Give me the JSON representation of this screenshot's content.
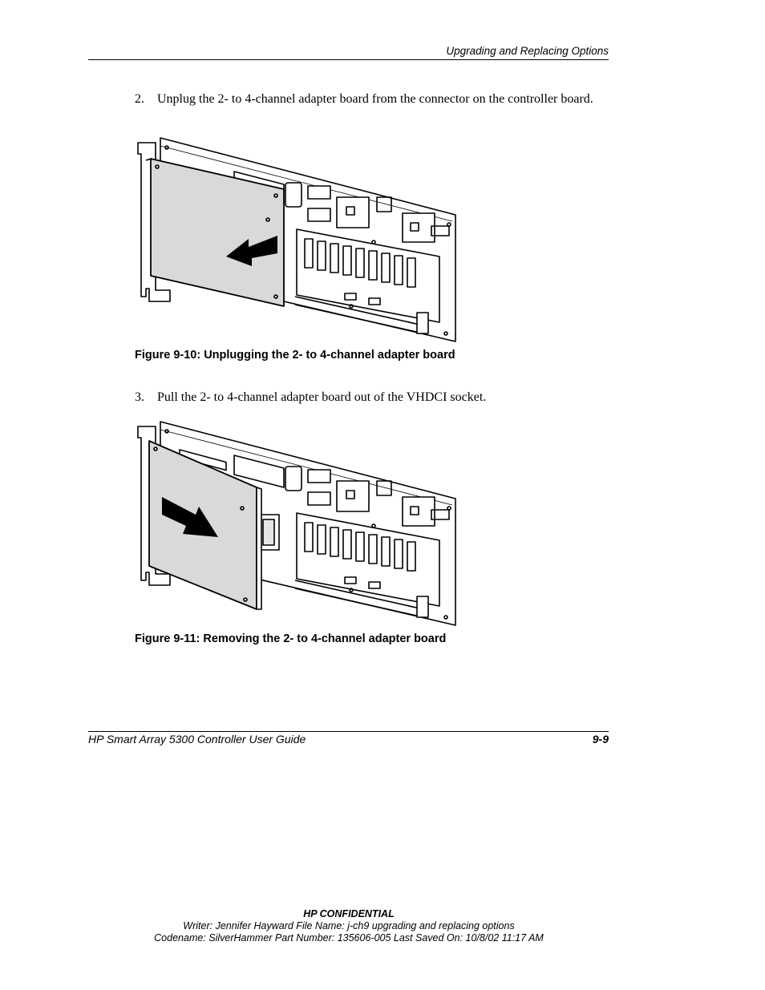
{
  "header": {
    "running_title": "Upgrading and Replacing Options"
  },
  "steps": [
    {
      "number": "2.",
      "text": "Unplug the 2- to 4-channel adapter board from the connector on the controller board."
    },
    {
      "number": "3.",
      "text": "Pull the 2- to 4-channel adapter board out of the VHDCI socket."
    }
  ],
  "figures": [
    {
      "caption": "Figure 9-10:  Unplugging the 2- to 4-channel adapter board",
      "illustration": "adapter-board-unplug",
      "arrow_direction": "left"
    },
    {
      "caption": "Figure 9-11:  Removing the 2- to 4-channel adapter board",
      "illustration": "adapter-board-remove",
      "arrow_direction": "right"
    }
  ],
  "footer": {
    "guide_title": "HP Smart Array 5300 Controller User Guide",
    "page_number": "9-9"
  },
  "confidential": {
    "label": "HP CONFIDENTIAL",
    "line2": "Writer: Jennifer Hayward File Name: j-ch9 upgrading and replacing options",
    "line3": "Codename: SilverHammer Part Number: 135606-005 Last Saved On: 10/8/02 11:17 AM"
  }
}
